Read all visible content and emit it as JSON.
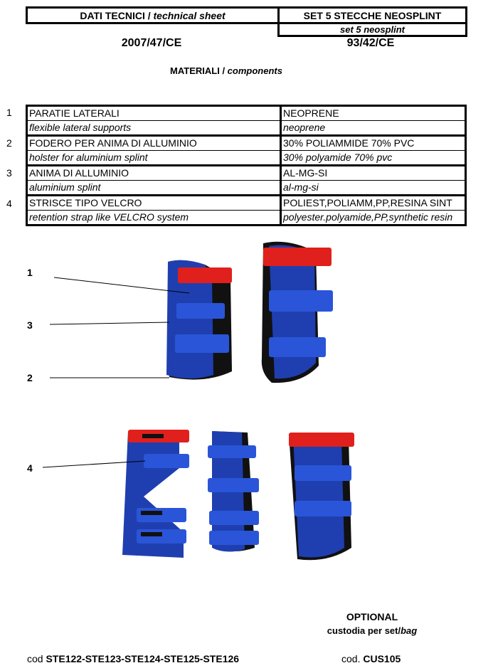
{
  "header": {
    "left_bold": "DATI TECNICI / ",
    "left_italic": "technical sheet",
    "right_title": "SET 5 STECCHE NEOSPLINT",
    "right_subtitle": "set 5 neosplint",
    "directive_left": "2007/47/CE",
    "directive_right": "93/42/CE"
  },
  "materials_heading": {
    "bold": "MATERIALI / ",
    "italic": "components"
  },
  "materials": [
    {
      "num": "1",
      "name_it": "PARATIE LATERALI",
      "name_en": "flexible lateral supports",
      "material_it": "NEOPRENE",
      "material_en": "neoprene"
    },
    {
      "num": "2",
      "name_it": "FODERO PER ANIMA DI ALLUMINIO",
      "name_en": "holster for aluminium splint",
      "material_it": "30% POLIAMMIDE 70% PVC",
      "material_en": "30% polyamide 70% pvc"
    },
    {
      "num": "3",
      "name_it": "ANIMA DI ALLUMINIO",
      "name_en": "aluminium splint",
      "material_it": "AL-MG-SI",
      "material_en": "al-mg-si"
    },
    {
      "num": "4",
      "name_it": "STRISCE TIPO  VELCRO",
      "name_en": "retention strap like VELCRO system",
      "material_it": "POLIEST,POLIAMM,PP,RESINA SINT",
      "material_en": "polyester.polyamide,PP,synthetic resin"
    }
  ],
  "callouts": [
    "1",
    "3",
    "2",
    "4"
  ],
  "optional": {
    "title": "OPTIONAL",
    "subtitle_bold": "custodia per set/",
    "subtitle_italic": "bag"
  },
  "footer": {
    "cod_prefix": "cod ",
    "codes": "STE122-STE123-STE124-STE125-STE126",
    "bag_prefix": "cod. ",
    "bag_code": "CUS105"
  },
  "colors": {
    "splint_blue": "#1f3fb0",
    "strap_blue": "#2a55d8",
    "band_red": "#e0201c"
  }
}
